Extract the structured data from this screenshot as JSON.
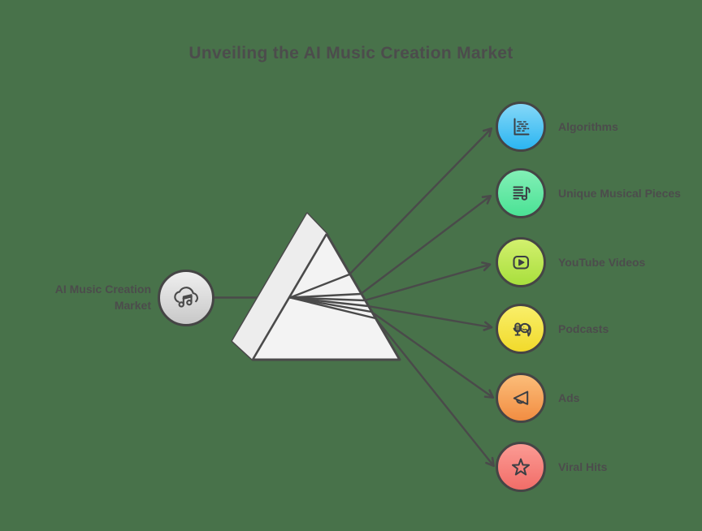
{
  "title": "Unveiling the AI Music Creation Market",
  "colors": {
    "background": "#48724a",
    "line": "#4a4a4a",
    "text": "#4c4c4c",
    "prism_fill_front": "#f3f3f3",
    "prism_fill_side": "#ededed"
  },
  "source": {
    "label": "AI Music Creation Market",
    "icon": "cloud-music-icon",
    "circle_top": "#efefef",
    "circle_bottom": "#c8c8c8"
  },
  "outputs": [
    {
      "label": "Algorithms",
      "icon": "algorithm-chart-icon",
      "circle_top": "#85d8f8",
      "circle_bottom": "#2bb5f1"
    },
    {
      "label": "Unique Musical Pieces",
      "icon": "sheet-music-icon",
      "circle_top": "#82efb6",
      "circle_bottom": "#4be295"
    },
    {
      "label": "YouTube Videos",
      "icon": "play-button-icon",
      "circle_top": "#d3f06e",
      "circle_bottom": "#a8df3d"
    },
    {
      "label": "Podcasts",
      "icon": "podcast-mic-icon",
      "circle_top": "#f9ef6a",
      "circle_bottom": "#f1da2b"
    },
    {
      "label": "Ads",
      "icon": "megaphone-icon",
      "circle_top": "#fbbd79",
      "circle_bottom": "#f28d42"
    },
    {
      "label": "Viral Hits",
      "icon": "star-icon",
      "circle_top": "#fb9b94",
      "circle_bottom": "#f26d68"
    }
  ]
}
